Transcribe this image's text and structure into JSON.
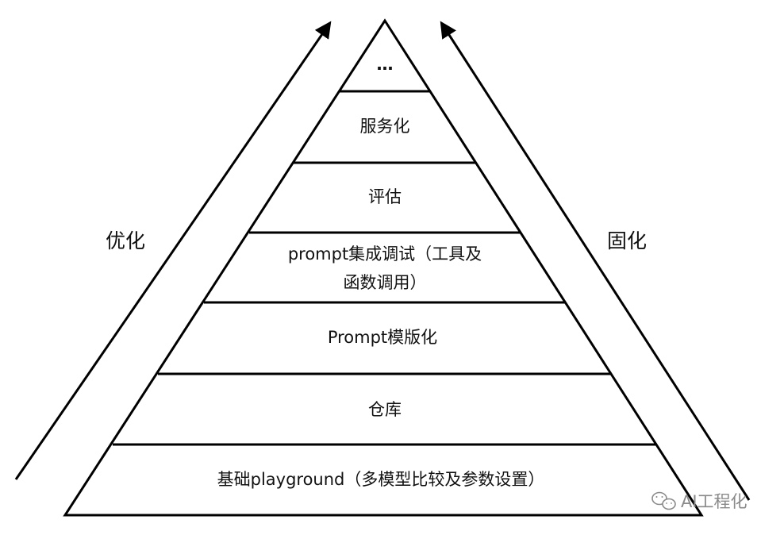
{
  "diagram": {
    "layers": [
      {
        "label_lines": [
          "…"
        ]
      },
      {
        "label_lines": [
          "服务化"
        ]
      },
      {
        "label_lines": [
          "评估"
        ]
      },
      {
        "label_lines": [
          "prompt集成调试（工具及",
          "函数调用）"
        ]
      },
      {
        "label_lines": [
          "Prompt模版化"
        ]
      },
      {
        "label_lines": [
          "仓库"
        ]
      },
      {
        "label_lines": [
          "基础playground（多模型比较及参数设置）"
        ]
      }
    ],
    "left_arrow": {
      "label": "优化"
    },
    "right_arrow": {
      "label": "固化"
    },
    "colors": {
      "stroke": "#000000",
      "text": "#111111",
      "watermark": "#8a8a8a"
    }
  },
  "watermark": {
    "text": "AI工程化",
    "icon": "wechat-icon"
  }
}
